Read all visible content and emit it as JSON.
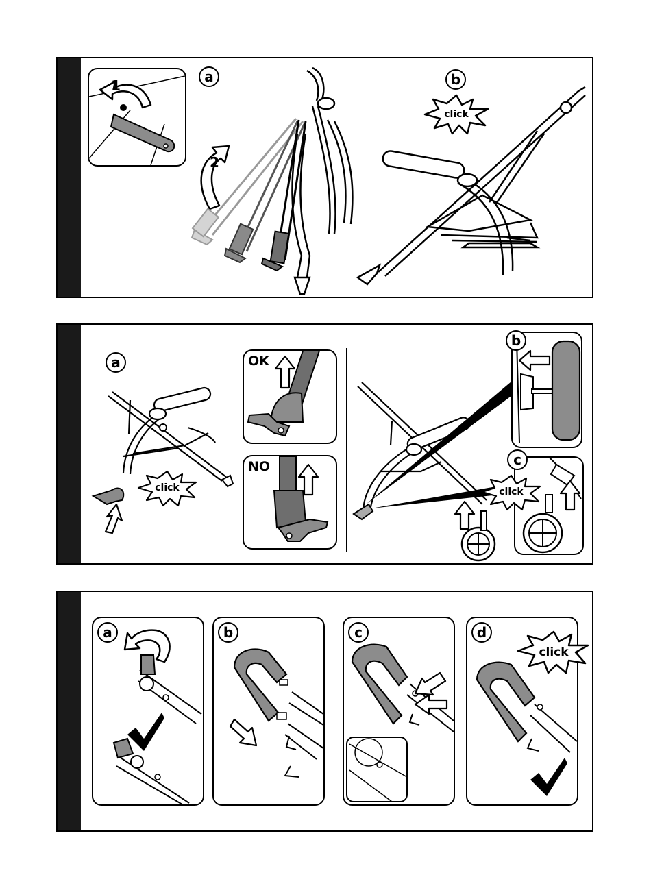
{
  "panel1": {
    "detail_step_1": "1",
    "detail_step_2": "2",
    "label_a": "a",
    "label_b": "b",
    "click": "click"
  },
  "panel2": {
    "label_a": "a",
    "label_b": "b",
    "label_c": "c",
    "ok": "OK",
    "no": "NO",
    "click_a": "click",
    "click_c": "click"
  },
  "panel3": {
    "label_a": "a",
    "label_b": "b",
    "label_c": "c",
    "label_d": "d",
    "click_d": "click"
  },
  "colors": {
    "ink": "#000000",
    "grey_dark": "#6e6e6e",
    "grey_mid": "#9a9a9a",
    "grey_light": "#c8c8c8",
    "tab": "#1a1a1a"
  },
  "icons": [
    "curved-arrow-icon",
    "push-arrow-icon",
    "click-burst-icon",
    "checkmark-icon"
  ]
}
